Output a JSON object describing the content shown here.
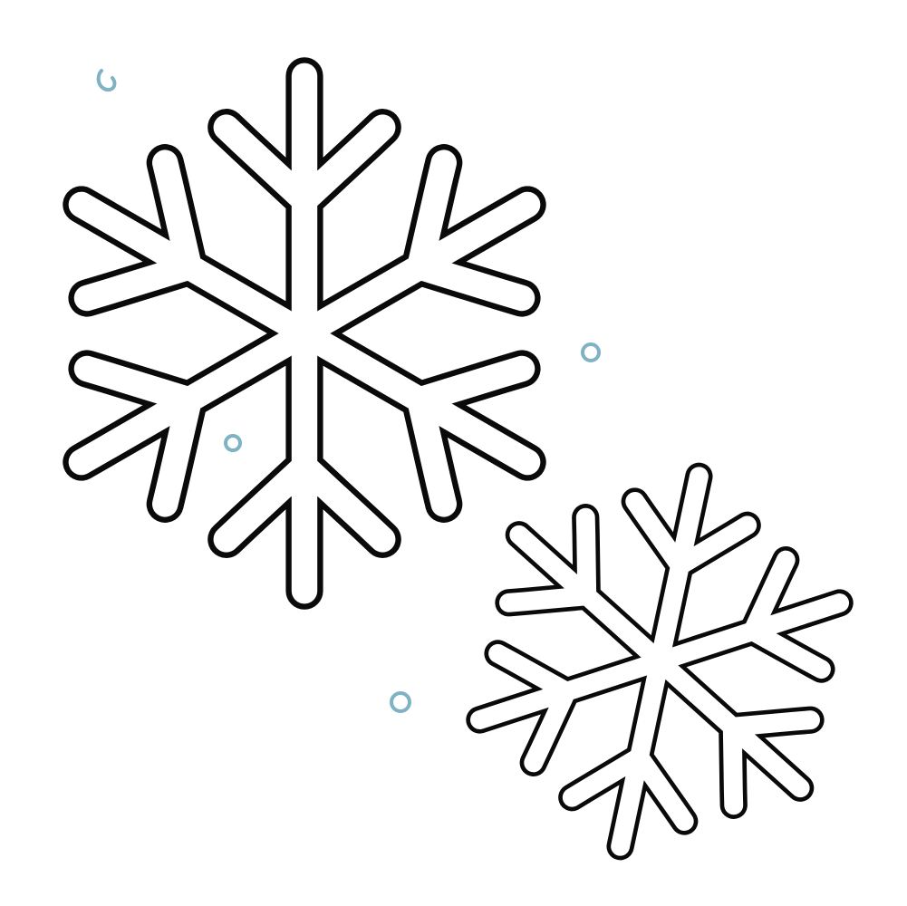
{
  "illustration": {
    "background_color": "#ffffff",
    "outline_color": "#0a0a0a",
    "fill_color": "#ffffff",
    "dot_color": "#7fb3c4",
    "snowflake_count": 2,
    "snowflake_arms": 6,
    "dot_count": 4,
    "icons": [
      "snowflake-icon",
      "snowflake-icon",
      "snow-dot-icon"
    ]
  }
}
